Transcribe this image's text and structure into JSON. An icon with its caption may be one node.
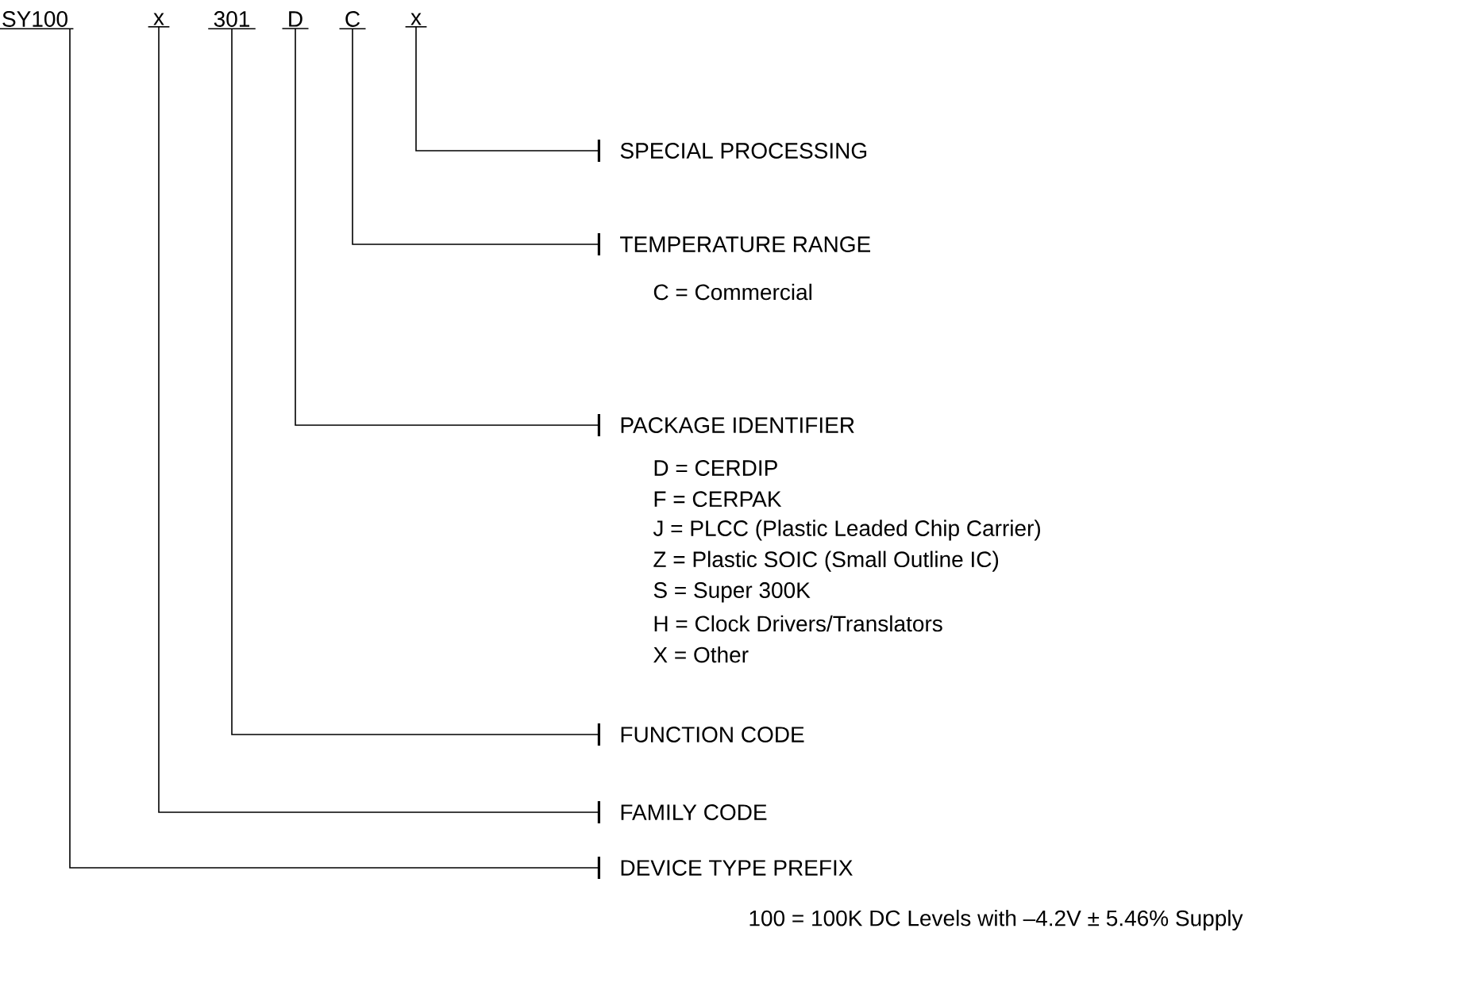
{
  "diagram": {
    "nodes": [
      {
        "text": [
          "SY100"
        ]
      },
      {
        "text": [
          "x"
        ]
      },
      {
        "text": [
          "301"
        ]
      },
      {
        "text": [
          "D"
        ]
      },
      {
        "text": [
          "C"
        ]
      },
      {
        "text": [
          "x"
        ]
      },
      {
        "text": [
          "SPECIAL PROCESSING"
        ]
      },
      {
        "text": [
          "TEMPERATURE RANGE"
        ],
        "beside": [
          "C = Commercial"
        ]
      },
      {
        "text": [
          "PACKAGE IDENTIFIER"
        ],
        "beside": [
          "D = CERDIP",
          "F = CERPAK",
          "J = PLCC (Plastic Leaded Chip Carrier)",
          "Z = Plastic SOIC (Small Outline IC)",
          "S = Super 300K",
          "H = Clock Drivers/Translators",
          "X = Other"
        ]
      },
      {
        "text": [
          "FUNCTION CODE"
        ]
      },
      {
        "text": [
          "FAMILY CODE"
        ]
      },
      {
        "text": [
          "DEVICE TYPE PREFIX"
        ],
        "beside": [
          "100 = 100K DC Levels with –4.2V ± 5.46% Supply"
        ]
      }
    ],
    "edges": [
      {
        "from": 5,
        "to": 6,
        "arrow": "other"
      },
      {
        "from": 4,
        "to": 7,
        "arrow": "other"
      },
      {
        "from": 3,
        "to": 8,
        "arrow": "other"
      },
      {
        "from": 2,
        "to": 9,
        "arrow": "other"
      },
      {
        "from": 1,
        "to": 10,
        "arrow": "other"
      },
      {
        "from": 0,
        "to": 11,
        "arrow": "other"
      }
    ]
  }
}
